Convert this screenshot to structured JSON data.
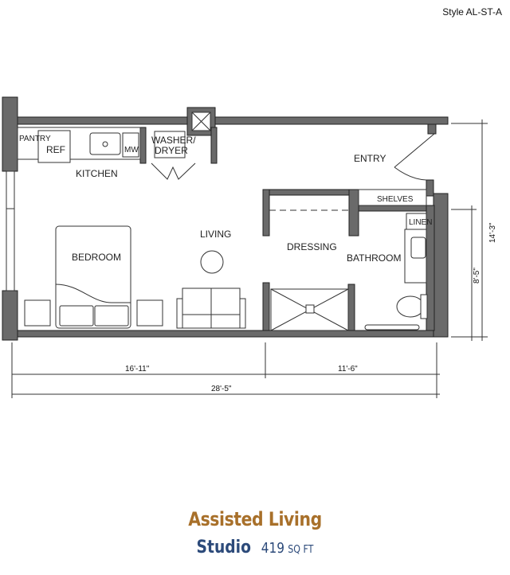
{
  "style_code": "Style AL-ST-A",
  "rooms": {
    "pantry": "PANTRY",
    "ref": "REF",
    "mw": "MW",
    "washer_dryer_1": "WASHER/",
    "washer_dryer_2": "DRYER",
    "kitchen": "KITCHEN",
    "entry": "ENTRY",
    "shelves": "SHELVES",
    "living": "LIVING",
    "linen": "LINEN",
    "bedroom": "BEDROOM",
    "dressing": "DRESSING",
    "bathroom": "BATHROOM"
  },
  "dimensions": {
    "left_width": "16'-11\"",
    "right_width": "11'-6\"",
    "total_width": "28'-5\"",
    "total_depth": "14'-3\"",
    "bath_depth": "8'-5\""
  },
  "title": "Assisted Living",
  "unit_type": "Studio",
  "area_value": "419",
  "area_unit": "SQ FT",
  "colors": {
    "title": "#a8702a",
    "subtitle": "#2c4a7a",
    "wall": "#6a6a6a"
  }
}
